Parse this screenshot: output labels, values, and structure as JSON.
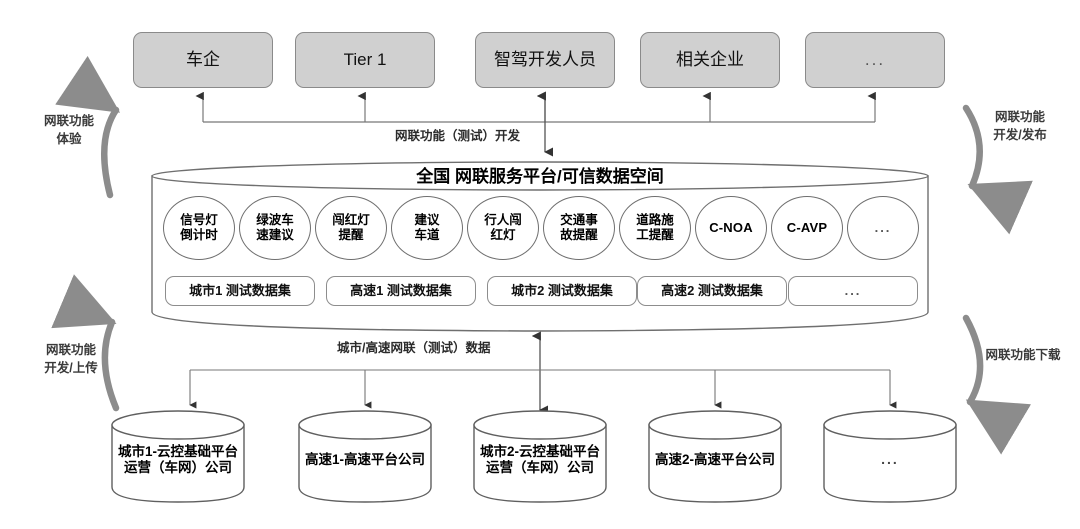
{
  "diagram": {
    "actors": [
      {
        "label": "车企"
      },
      {
        "label": "Tier 1"
      },
      {
        "label": "智驾开发人员"
      },
      {
        "label": "相关企业"
      },
      {
        "label": "..."
      }
    ],
    "platform": {
      "title": "全国 网联服务平台/可信数据空间",
      "services": [
        {
          "label": "信号灯\n倒计时"
        },
        {
          "label": "绿波车\n速建议"
        },
        {
          "label": "闯红灯\n提醒"
        },
        {
          "label": "建议\n车道"
        },
        {
          "label": "行人闯\n红灯"
        },
        {
          "label": "交通事\n故提醒"
        },
        {
          "label": "道路施\n工提醒"
        },
        {
          "label": "C-NOA"
        },
        {
          "label": "C-AVP"
        },
        {
          "label": "..."
        }
      ],
      "datasets": [
        {
          "label": "城市1 测试数据集"
        },
        {
          "label": "高速1 测试数据集"
        },
        {
          "label": "城市2 测试数据集"
        },
        {
          "label": "高速2 测试数据集"
        },
        {
          "label": "..."
        }
      ]
    },
    "providers": [
      {
        "label": "城市1-云控基础平台\n运营（车网）公司"
      },
      {
        "label": "高速1-高速平台公司"
      },
      {
        "label": "城市2-云控基础平台\n运营（车网）公司"
      },
      {
        "label": "高速2-高速平台公司"
      },
      {
        "label": "..."
      }
    ],
    "annotations": {
      "left_top": "网联功能\n体验",
      "right_top": "网联功能\n开发/发布",
      "left_bottom": "网联功能\n开发/上传",
      "right_bottom": "网联功能下载",
      "center_top": "网联功能（测试）开发",
      "center_bottom": "城市/高速网联（测试）数据"
    },
    "colors": {
      "actor_fill": "#d0d0d0",
      "actor_stroke": "#8a8a8a",
      "node_stroke": "#6f6f6f",
      "arrow_gray": "#8c8c8c",
      "arrow_dark": "#333333",
      "background": "#ffffff"
    }
  }
}
